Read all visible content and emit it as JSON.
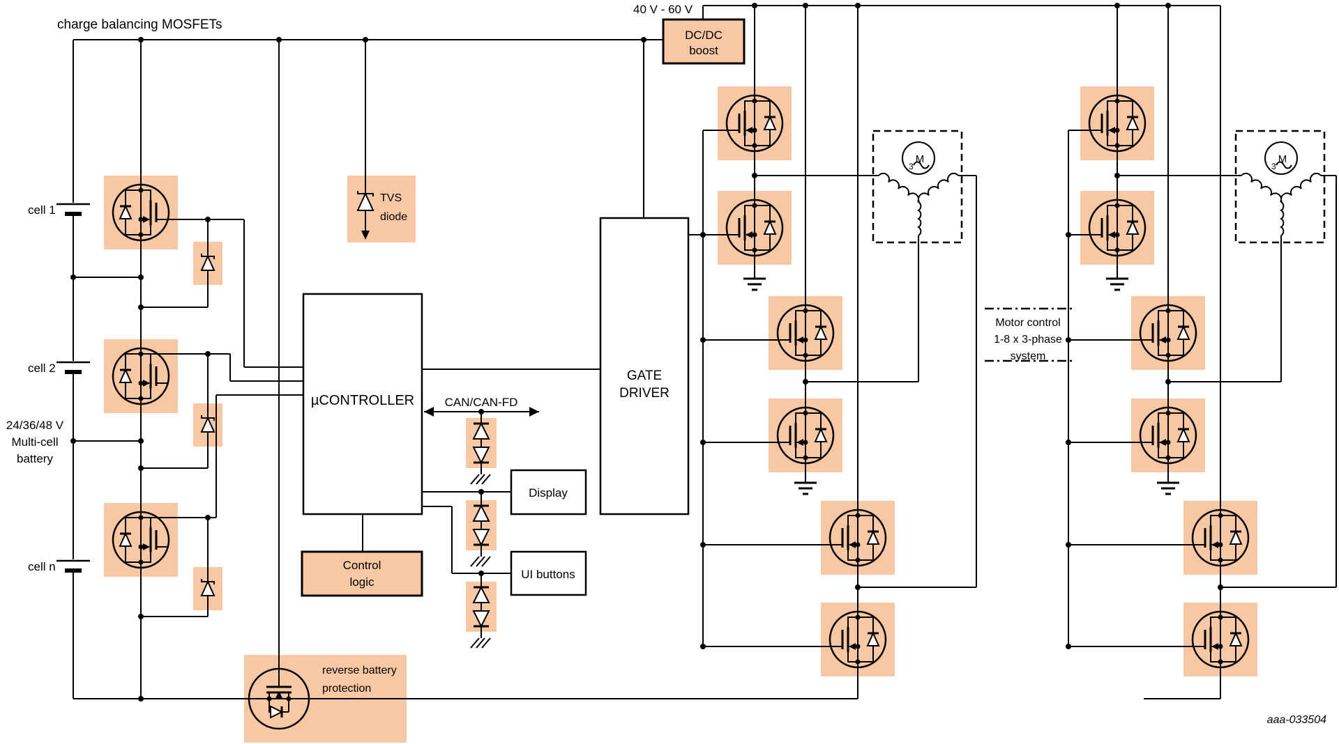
{
  "diagram": {
    "figure_id": "aaa-033504",
    "colors": {
      "highlight": "#f8c7a4",
      "line": "#000000",
      "background": "#ffffff"
    },
    "labels": {
      "charge_balancing": "charge balancing MOSFETs",
      "voltage_range": "40 V - 60 V",
      "cell_1": "cell 1",
      "cell_2": "cell 2",
      "cell_n": "cell n",
      "battery": [
        "24/36/48 V",
        "Multi-cell",
        "battery"
      ],
      "tvs": [
        "TVS",
        "diode"
      ],
      "microcontroller": "µCONTROLLER",
      "can": "CAN/CAN-FD",
      "display": "Display",
      "ui_buttons": "UI buttons",
      "control_logic": [
        "Control",
        "logic"
      ],
      "gate_driver": [
        "GATE",
        "DRIVER"
      ],
      "dcdc_boost": [
        "DC/DC",
        "boost"
      ],
      "reverse_battery": [
        "reverse battery",
        "protection"
      ],
      "motor_control": [
        "Motor control",
        "1-8 x 3-phase",
        "system"
      ],
      "motor_m": "M",
      "motor_3": "3"
    }
  }
}
